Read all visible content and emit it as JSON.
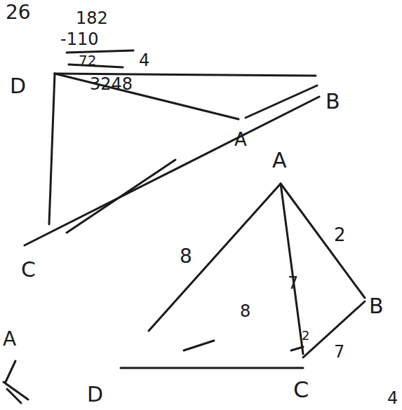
{
  "diagram": {
    "labels": [
      "26",
      "182",
      "-110",
      "72",
      "4",
      "3248",
      "D",
      "A",
      "B",
      "C",
      "A",
      "2",
      "8",
      "8",
      "7",
      "2",
      "7",
      "B",
      "C",
      "A",
      "D",
      "4"
    ]
  }
}
